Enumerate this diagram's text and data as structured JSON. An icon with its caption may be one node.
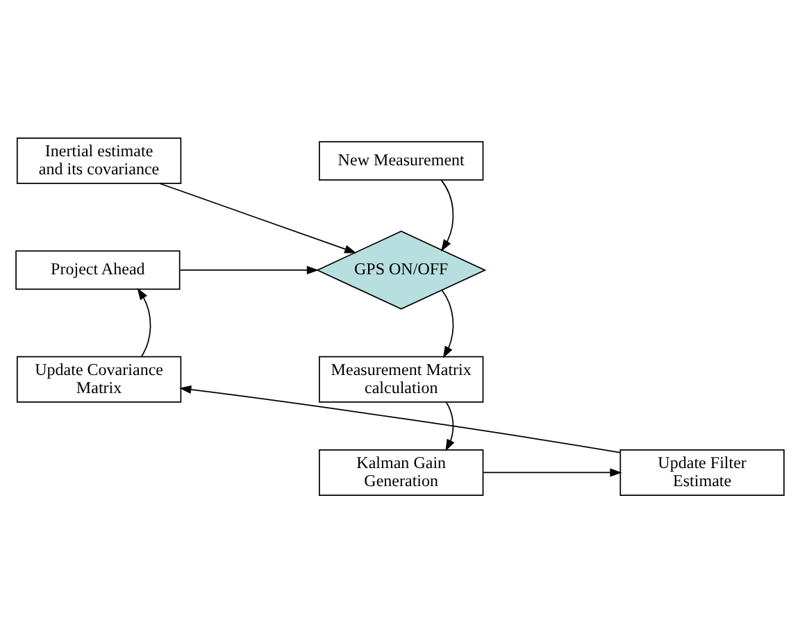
{
  "diagram": {
    "nodes": [
      {
        "text": [
          "Inertial estimate and its covariance"
        ]
      },
      {
        "text": [
          "New Measurement"
        ]
      },
      {
        "text": [
          "Project Ahead"
        ]
      },
      {
        "text": [
          "GPS ON/OFF"
        ]
      },
      {
        "text": [
          "Update Covariance Matrix"
        ]
      },
      {
        "text": [
          "Measurement Matrix calculation"
        ]
      },
      {
        "text": [
          "Update Filter Estimate"
        ]
      },
      {
        "text": [
          "Kalman Gain Generation"
        ]
      }
    ],
    "edges": [
      {
        "from": 0,
        "to": 3,
        "arrow": "to"
      },
      {
        "from": 1,
        "to": 3,
        "arrow": "to"
      },
      {
        "from": 2,
        "to": 3,
        "arrow": "to"
      },
      {
        "from": 3,
        "to": 5,
        "arrow": "to"
      },
      {
        "from": 5,
        "to": 7,
        "arrow": "to"
      },
      {
        "from": 7,
        "to": 6,
        "arrow": "to"
      },
      {
        "from": 6,
        "to": 4,
        "arrow": "to"
      },
      {
        "from": 4,
        "to": 2,
        "arrow": "to"
      }
    ]
  }
}
